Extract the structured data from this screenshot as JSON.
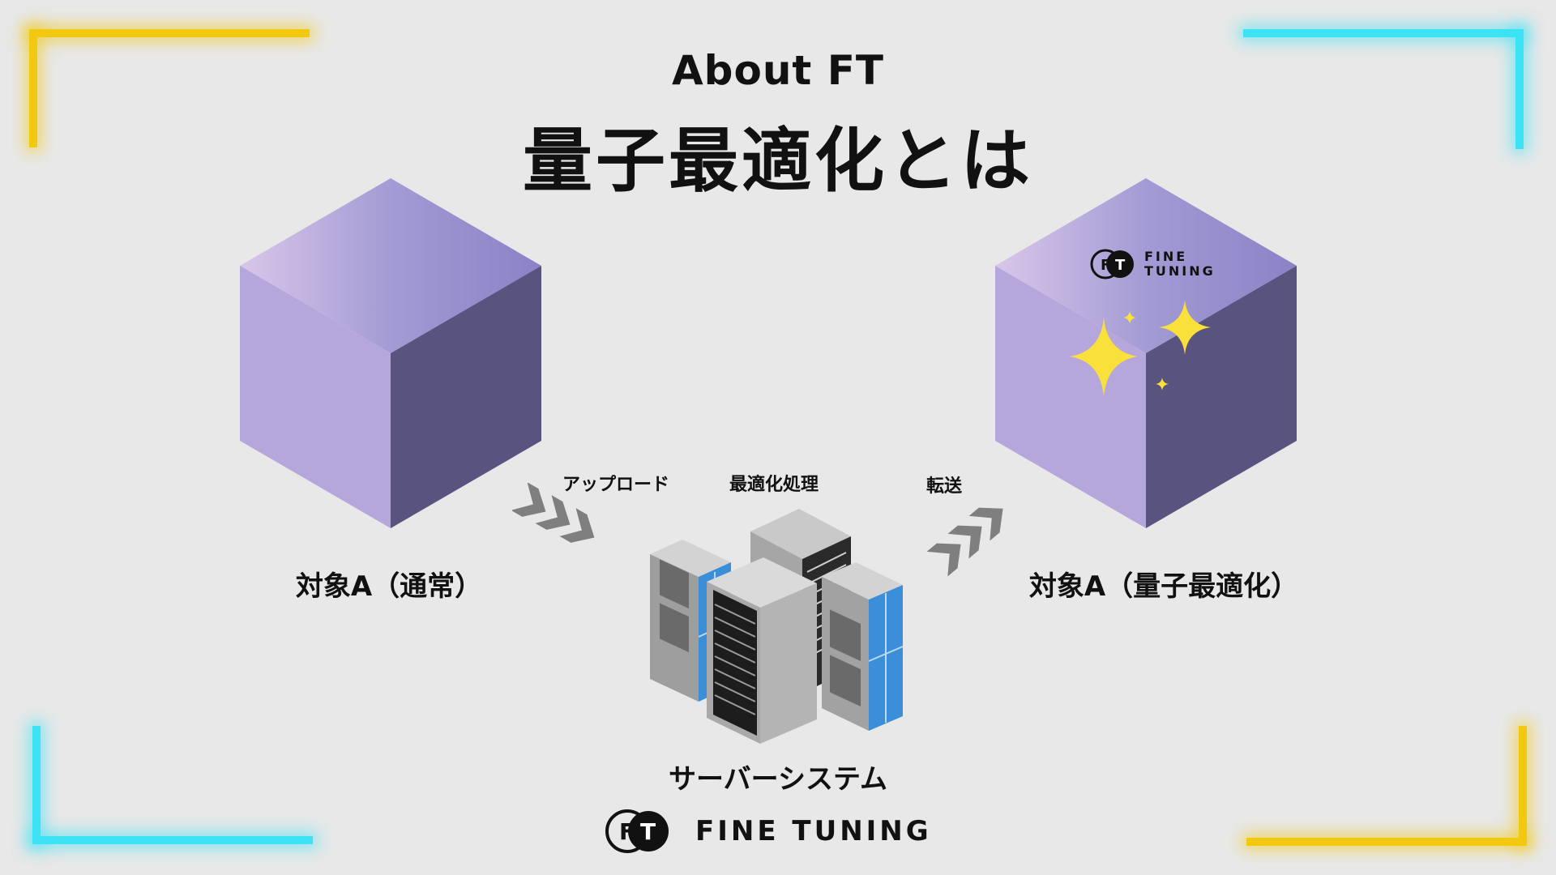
{
  "header": {
    "subtitle": "About FT",
    "title": "量子最適化とは"
  },
  "objects": {
    "left_label": "対象A（通常）",
    "right_label": "対象A（量子最適化）"
  },
  "steps": {
    "upload": "アップロード",
    "process": "最適化処理",
    "transfer": "転送"
  },
  "server": {
    "label": "サーバーシステム"
  },
  "logo": {
    "mark_letters": "FT",
    "text": "FINE TUNING",
    "text_line1": "FINE",
    "text_line2": "TUNING"
  },
  "colors": {
    "background": "#e8e8e8",
    "cube_top": "#a99ad6",
    "cube_left": "#b5a6dc",
    "cube_right": "#58547f",
    "corner_yellow": "#f2c811",
    "corner_cyan": "#3de3f5",
    "sparkle": "#f9e03a"
  }
}
